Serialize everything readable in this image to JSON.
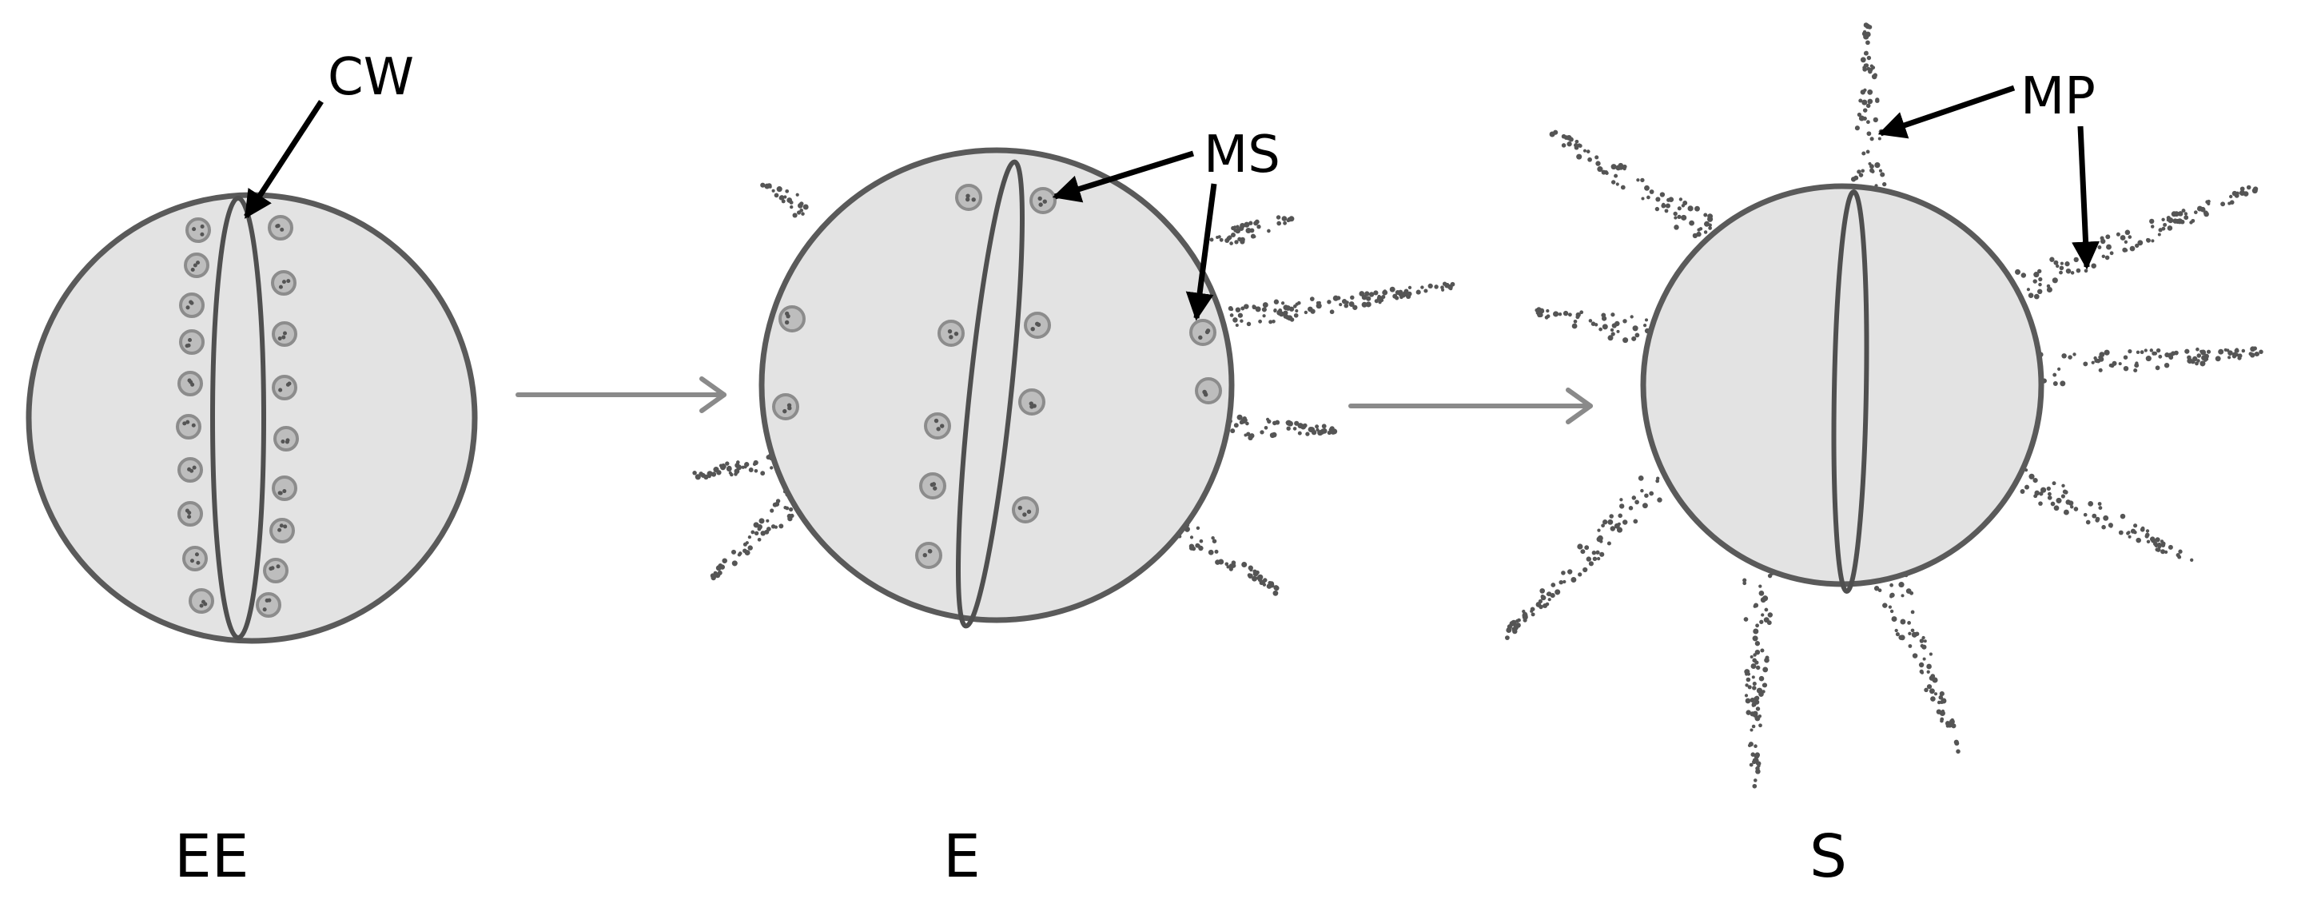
{
  "stages": [
    {
      "id": "EE",
      "label": "EE"
    },
    {
      "id": "E",
      "label": "E"
    },
    {
      "id": "S",
      "label": "S"
    }
  ],
  "callouts": {
    "cw": "CW",
    "ms": "MS",
    "mp": "MP"
  },
  "colors": {
    "cell_fill": "#e3e3e3",
    "cell_outline": "#5a5a5a",
    "flow_arrow": "#8a8a8a",
    "callout_arrow": "#000000",
    "vesicle": "#bdbdbd",
    "projection": "#555555"
  }
}
